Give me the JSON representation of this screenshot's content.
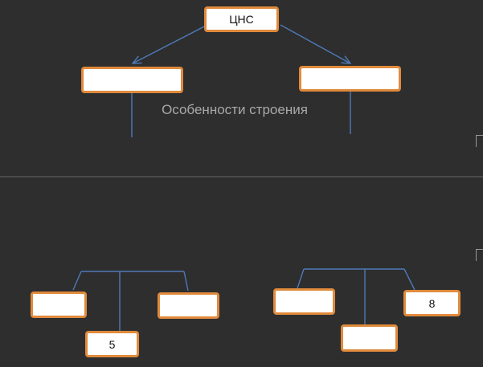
{
  "diagram": {
    "root_label": "ЦНС",
    "caption": "Особенности строения",
    "top_left_box": "",
    "top_right_box": "",
    "bottom_left_group": {
      "left_box": "",
      "right_box": "",
      "center_box": "5"
    },
    "bottom_right_group": {
      "left_box": "",
      "center_box": "",
      "right_box": "8"
    }
  },
  "colors": {
    "background": "#2e2e2e",
    "box_border": "#e08a3c",
    "box_fill": "#ffffff",
    "connector": "#4f79b8",
    "caption_text": "#a9a9a9",
    "divider": "#666666"
  }
}
